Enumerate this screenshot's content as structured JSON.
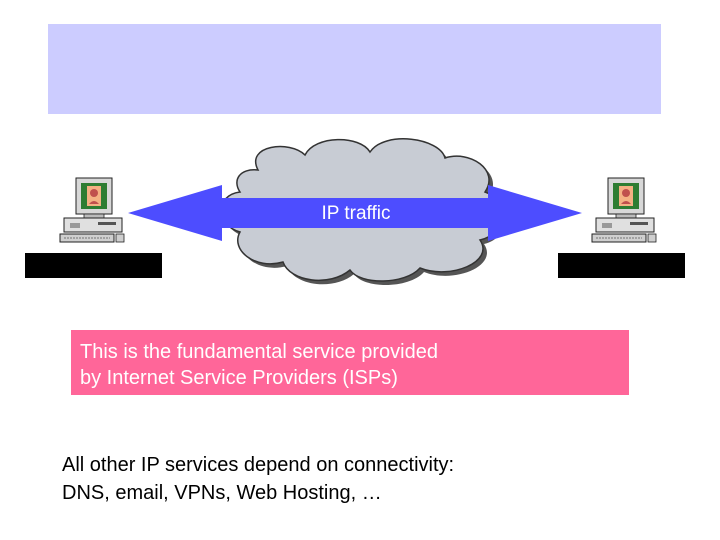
{
  "slide": {
    "title": ""
  },
  "diagram": {
    "arrow_label": "IP traffic",
    "left_host": {
      "icon": "desktop-computer-icon",
      "bar_label": ""
    },
    "right_host": {
      "icon": "desktop-computer-icon",
      "bar_label": ""
    },
    "cloud": {
      "icon": "network-cloud-icon"
    },
    "colors": {
      "cloud_fill": "#c8ccd4",
      "arrow_fill": "#4d4dff",
      "band": "#ccccff",
      "callout": "#ff6699"
    }
  },
  "callout": {
    "line1": "This is the fundamental service provided",
    "line2": "by Internet Service Providers (ISPs)"
  },
  "footer": {
    "line1": "All other IP services depend on connectivity:",
    "line2": "DNS, email, VPNs, Web Hosting, …"
  }
}
